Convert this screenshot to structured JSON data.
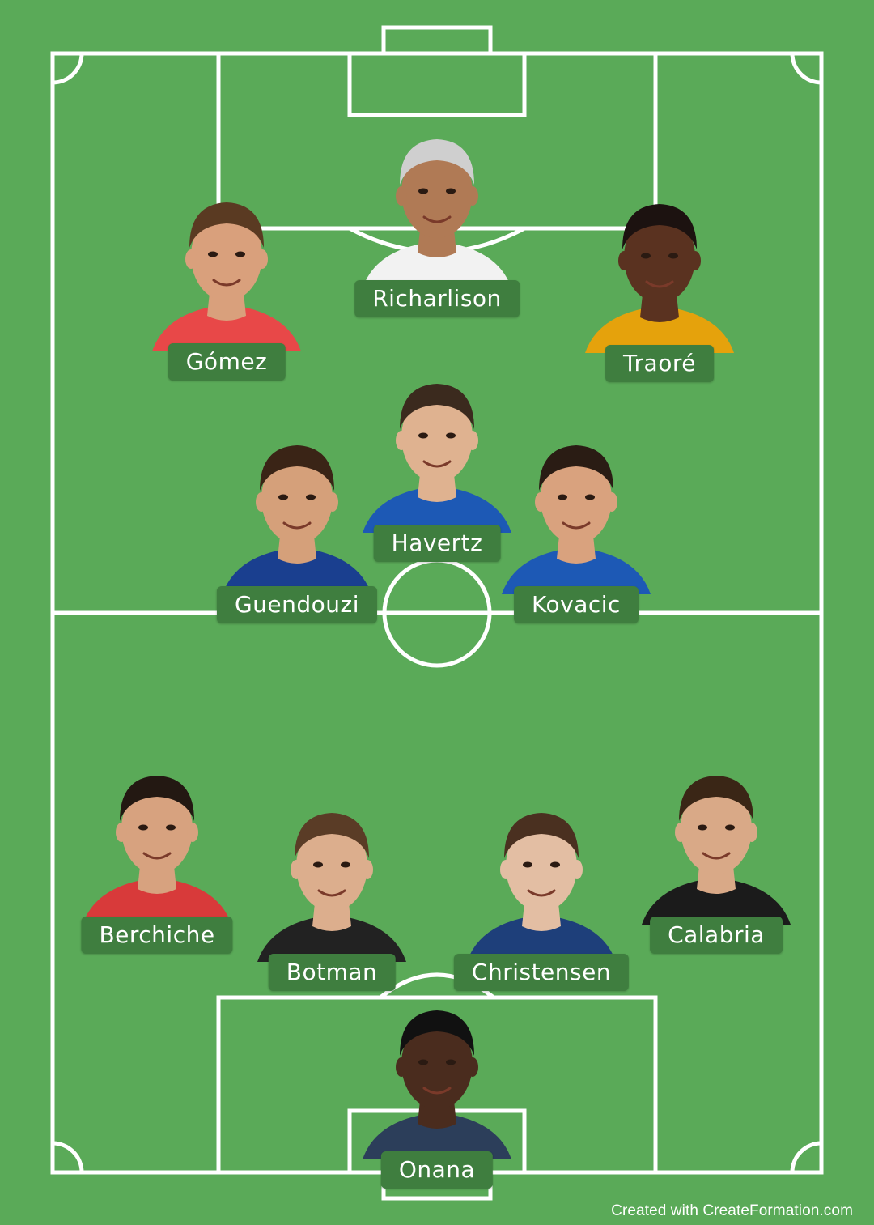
{
  "credit": "Created with CreateFormation.com",
  "colors": {
    "grass": "#5aaa58",
    "lines": "#ffffff",
    "name_tag": "#3f7e3f"
  },
  "players": [
    {
      "id": "richarlison",
      "name": "Richarlison",
      "kit": "#f2f2f2",
      "skin": "#b07a55",
      "hair": "#cfcfcf"
    },
    {
      "id": "gomez",
      "name": "Gómez",
      "kit": "#e84848",
      "skin": "#d9a07c",
      "hair": "#5a3a22"
    },
    {
      "id": "traore",
      "name": "Traoré",
      "kit": "#e5a20c",
      "skin": "#5a3220",
      "hair": "#1c1210"
    },
    {
      "id": "havertz",
      "name": "Havertz",
      "kit": "#1d59b5",
      "skin": "#dfb290",
      "hair": "#3b2a1e"
    },
    {
      "id": "guendouzi",
      "name": "Guendouzi",
      "kit": "#1a3f8f",
      "skin": "#d5a07a",
      "hair": "#3a2416"
    },
    {
      "id": "kovacic",
      "name": "Kovacic",
      "kit": "#1d59b5",
      "skin": "#d9a27e",
      "hair": "#2a1c14"
    },
    {
      "id": "berchiche",
      "name": "Berchiche",
      "kit": "#d83a3a",
      "skin": "#d7a27f",
      "hair": "#231812"
    },
    {
      "id": "botman",
      "name": "Botman",
      "kit": "#222222",
      "skin": "#dcae8d",
      "hair": "#5a3c26"
    },
    {
      "id": "christensen",
      "name": "Christensen",
      "kit": "#1e3f7a",
      "skin": "#e3bea3",
      "hair": "#4a3020"
    },
    {
      "id": "calabria",
      "name": "Calabria",
      "kit": "#1b1b1b",
      "skin": "#d9a987",
      "hair": "#3a2616"
    },
    {
      "id": "onana",
      "name": "Onana",
      "kit": "#2c3e5a",
      "skin": "#4a2c1e",
      "hair": "#111111"
    }
  ]
}
